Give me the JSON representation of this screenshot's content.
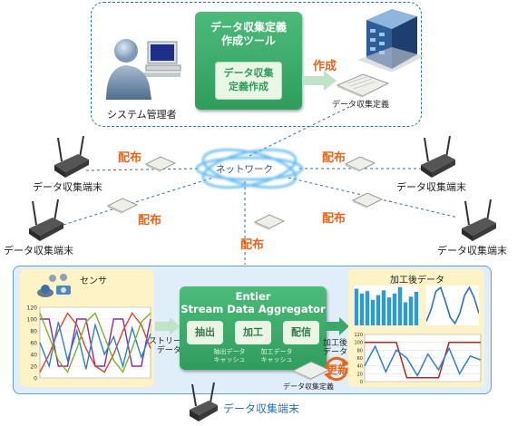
{
  "management": {
    "tool_title_1": "データ収集定義",
    "tool_title_2": "作成ツール",
    "tool_inner_1": "データ収集",
    "tool_inner_2": "定義作成",
    "create_label": "作成",
    "definition_label": "データ収集定義",
    "admin_label": "システム管理者"
  },
  "network": {
    "label": "ネットワーク",
    "distribute_label": "配布",
    "terminal_label": "データ収集端末"
  },
  "aggregator": {
    "sensor_label": "センサ",
    "stream_label_1": "ストリーム",
    "stream_label_2": "データ",
    "title_1": "Entier",
    "title_2": "Stream Data Aggregator",
    "func_extract": "抽出",
    "func_process": "加工",
    "func_deliver": "配信",
    "cache_extract_1": "抽出データ",
    "cache_extract_2": "キャッシュ",
    "cache_process_1": "加工データ",
    "cache_process_2": "キャッシュ",
    "processed_label_1": "加工後",
    "processed_label_2": "データ",
    "output_title": "加工後データ",
    "update_label": "更新",
    "definition_label": "データ収集定義",
    "terminal_label": "データ収集端末"
  },
  "chart_data": [
    {
      "type": "line",
      "x": [
        0,
        1,
        2,
        3,
        4,
        5,
        6,
        7,
        8,
        9,
        10,
        11,
        12
      ],
      "ylim": [
        0,
        120
      ],
      "yticks": [
        "120",
        "100",
        "80",
        "60",
        "40",
        "20",
        "0"
      ],
      "series": [
        {
          "color": "#8e2aa6",
          "values": [
            100,
            100,
            20,
            20,
            100,
            100,
            20,
            20,
            100,
            100,
            20,
            20,
            100
          ]
        },
        {
          "color": "#e0422a",
          "values": [
            10,
            40,
            80,
            110,
            90,
            50,
            20,
            10,
            40,
            80,
            110,
            90,
            50
          ]
        },
        {
          "color": "#2f7fd1",
          "values": [
            60,
            20,
            95,
            30,
            80,
            15,
            90,
            40,
            70,
            20,
            85,
            35,
            75
          ]
        },
        {
          "color": "#7ab51d",
          "values": [
            110,
            70,
            30,
            10,
            50,
            95,
            110,
            70,
            30,
            10,
            50,
            95,
            110
          ]
        }
      ]
    },
    {
      "type": "bar",
      "values": [
        92,
        80,
        86,
        64,
        76,
        88,
        70,
        80,
        96,
        58,
        72,
        84
      ],
      "color": "#2c9ad8"
    },
    {
      "type": "line",
      "values": [
        10,
        40,
        85,
        95,
        60,
        20,
        5,
        30,
        75,
        95,
        70,
        30
      ],
      "color": "#2c6fc9"
    },
    {
      "type": "line",
      "yticks": [
        "120",
        "100",
        "80",
        "60",
        "40",
        "20",
        "0"
      ],
      "series": [
        {
          "color": "#b8242a",
          "values": [
            100,
            100,
            100,
            100,
            10,
            10,
            10,
            10,
            100,
            100,
            100,
            100
          ]
        },
        {
          "color": "#2f7fd1",
          "values": [
            40,
            90,
            25,
            80,
            60,
            15,
            70,
            30,
            85,
            20,
            65,
            55
          ]
        }
      ]
    }
  ],
  "colors": {
    "accent_green": "#3aa868",
    "network_blue": "#2b6fb3",
    "orange": "#e8661c",
    "panel_yellow": "#fdf3c7",
    "panel_blue": "#dfeef8"
  }
}
